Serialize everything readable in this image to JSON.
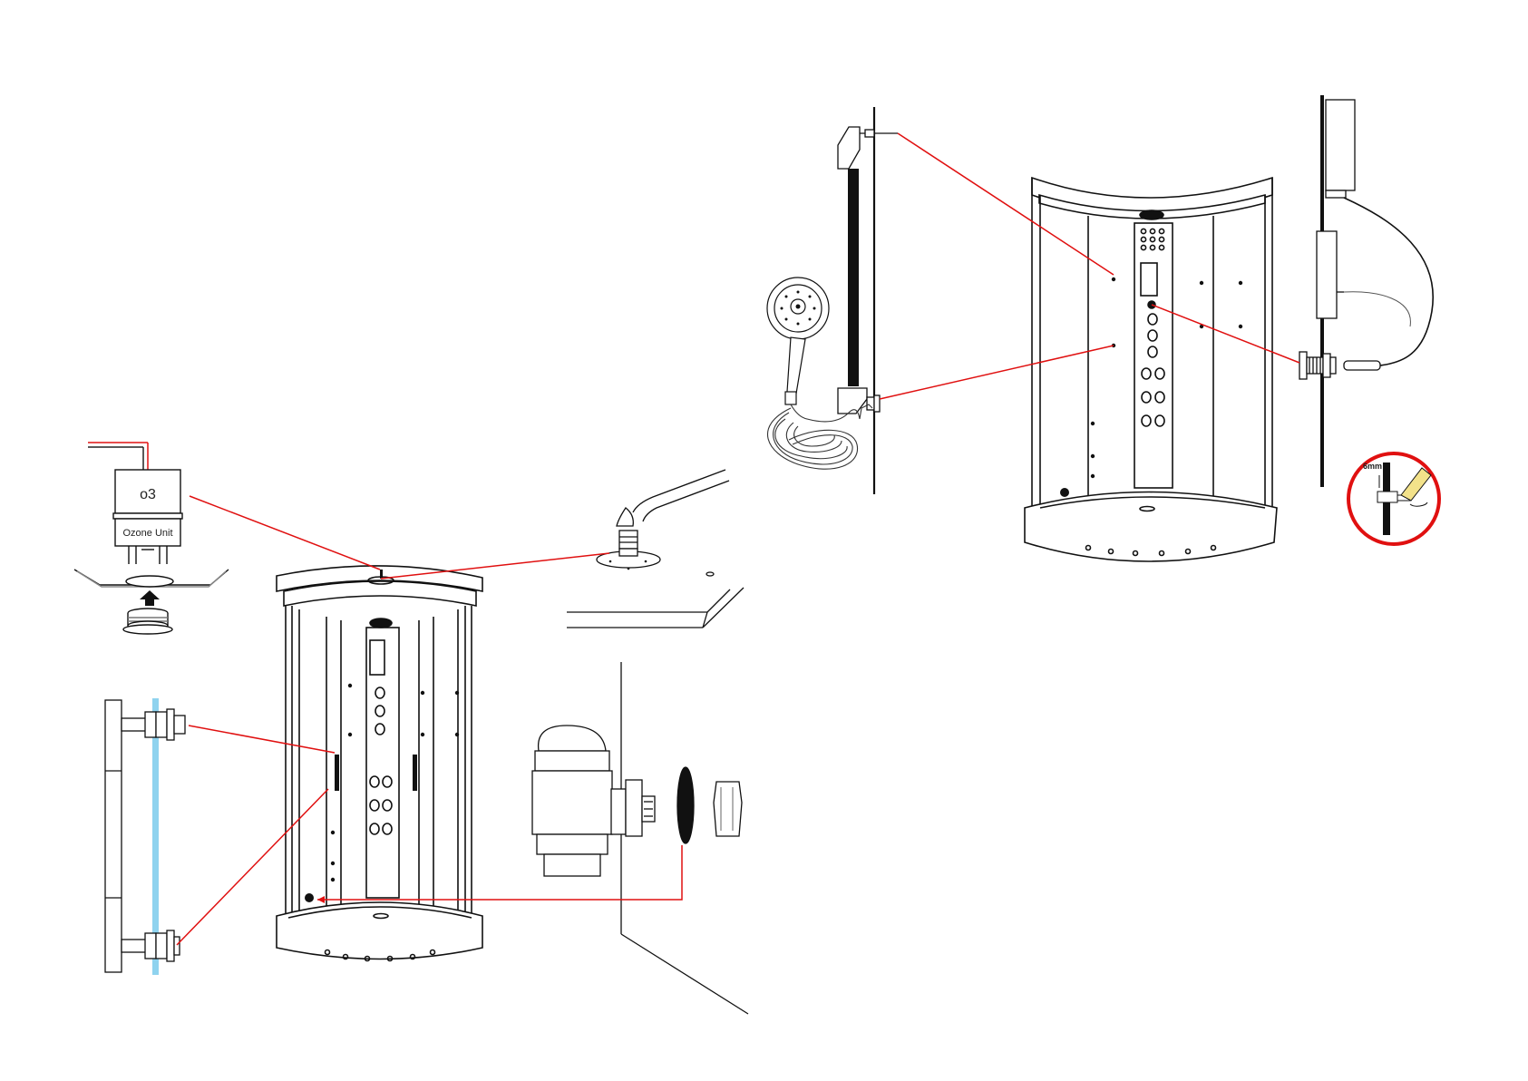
{
  "labels": {
    "ozone_symbol": "o3",
    "ozone_unit": "Ozone Unit",
    "measurement": "6mm"
  },
  "colors": {
    "line": "#111111",
    "leader": "#e01010",
    "glass": "#8fd3ef",
    "highlight_ring": "#e01010"
  },
  "icons": [
    "ozone-unit-icon",
    "threaded-nut-icon",
    "up-arrow-icon",
    "door-handle-icon",
    "drain-trap-icon",
    "hand-shower-icon",
    "hose-icon",
    "wall-bracket-icon",
    "shower-cabin-icon",
    "jet-fitting-icon",
    "wire-icon"
  ]
}
